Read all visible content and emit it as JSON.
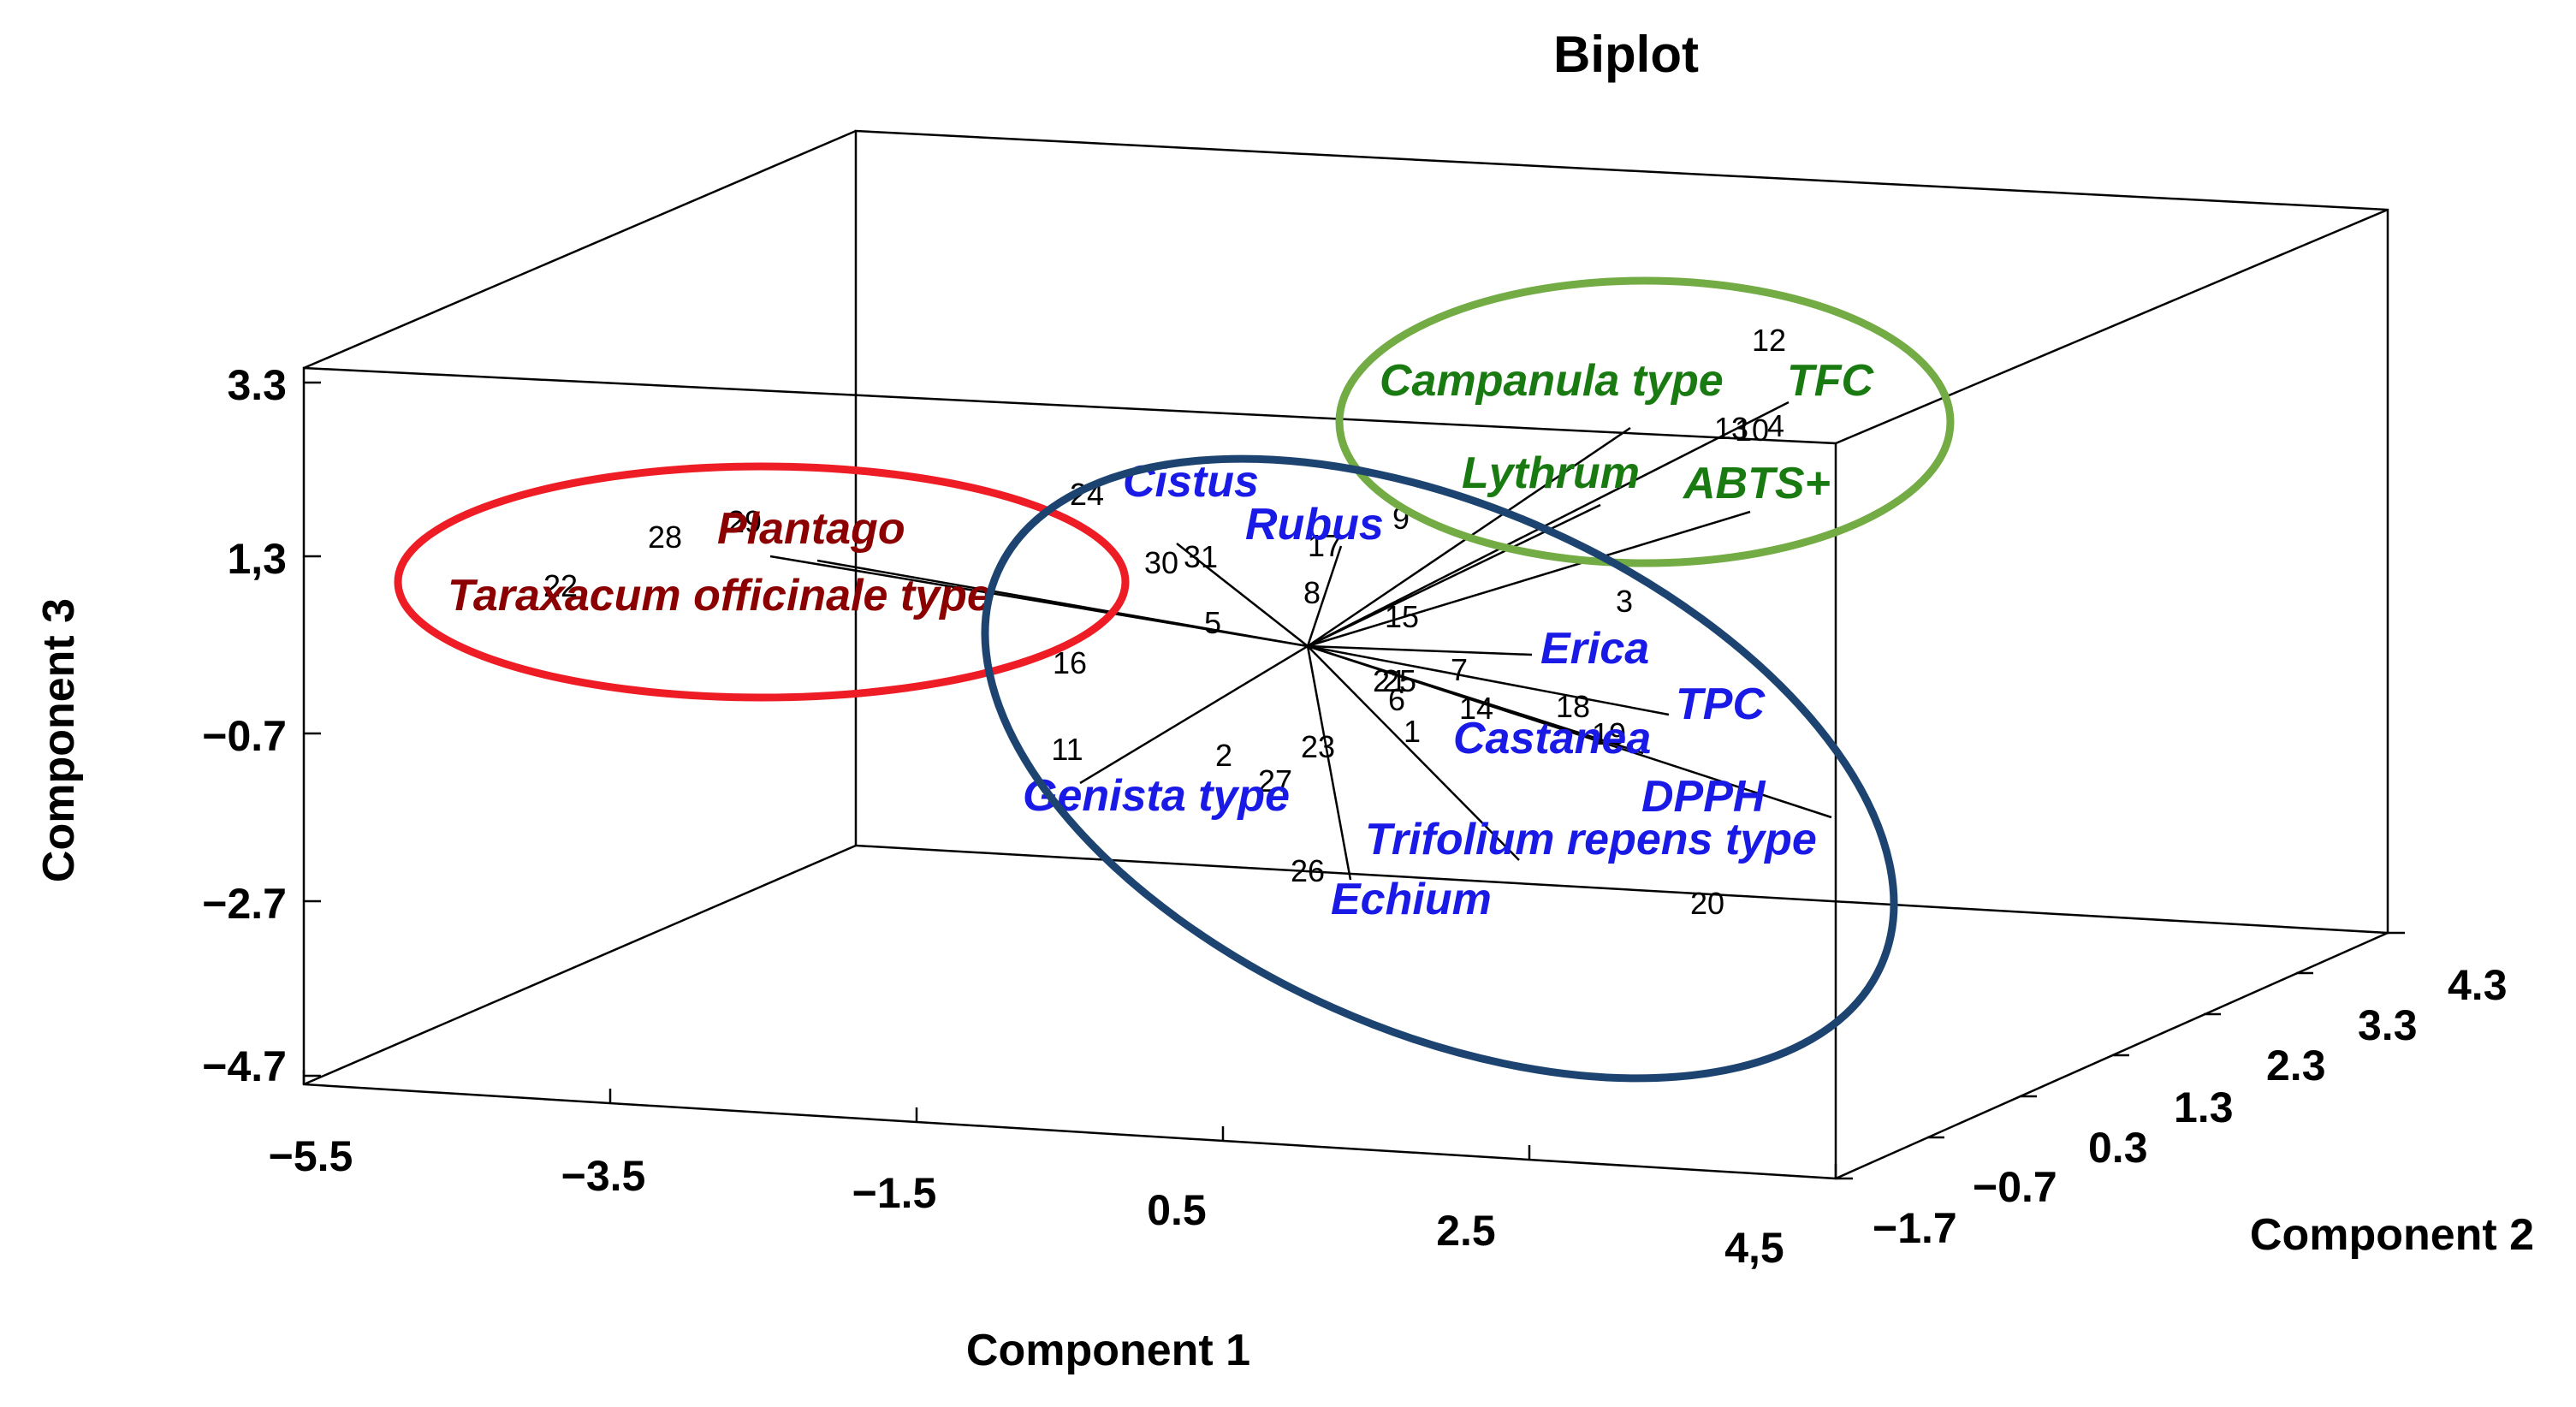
{
  "chart_data": {
    "type": "scatter",
    "title": "Biplot",
    "xlabel": "Component 1",
    "ylabel": "Component 2",
    "zlabel": "Component 3",
    "x_ticks": [
      "−5.5",
      "−3.5",
      "−1.5",
      "0.5",
      "2.5",
      "4,5"
    ],
    "y_ticks": [
      "−1.7",
      "−0.7",
      "0.3",
      "1.3",
      "2.3",
      "3.3",
      "4.3"
    ],
    "z_ticks": [
      "3.3",
      "1,3",
      "−0.7",
      "−2.7",
      "−4.7"
    ],
    "variables": [
      {
        "name": "Plantago",
        "group": "red"
      },
      {
        "name": "Taraxacum officinale type",
        "group": "red"
      },
      {
        "name": "Campanula type",
        "group": "green"
      },
      {
        "name": "TFC",
        "group": "green"
      },
      {
        "name": "Lythrum",
        "group": "green"
      },
      {
        "name": "ABTS+",
        "group": "green"
      },
      {
        "name": "Cistus",
        "group": "blue"
      },
      {
        "name": "Rubus",
        "group": "blue"
      },
      {
        "name": "Erica",
        "group": "blue"
      },
      {
        "name": "TPC",
        "group": "blue"
      },
      {
        "name": "Castanea",
        "group": "blue"
      },
      {
        "name": "DPPH",
        "group": "blue"
      },
      {
        "name": "Genista type",
        "group": "blue"
      },
      {
        "name": "Trifolium repens type",
        "group": "blue"
      },
      {
        "name": "Echium",
        "group": "blue"
      }
    ],
    "observations": [
      "1",
      "2",
      "3",
      "4",
      "5",
      "6",
      "7",
      "8",
      "9",
      "10",
      "11",
      "12",
      "13",
      "14",
      "15",
      "16",
      "17",
      "18",
      "19",
      "20",
      "21",
      "22",
      "23",
      "24",
      "25",
      "26",
      "27",
      "28",
      "29",
      "30",
      "31"
    ],
    "colors": {
      "red": "#8b0000",
      "green": "#1a7a12",
      "blue": "#1a1ae6"
    },
    "ellipse_colors": {
      "red": "#ee1c24",
      "green": "#73ab45",
      "blue": "#1d4470"
    }
  }
}
